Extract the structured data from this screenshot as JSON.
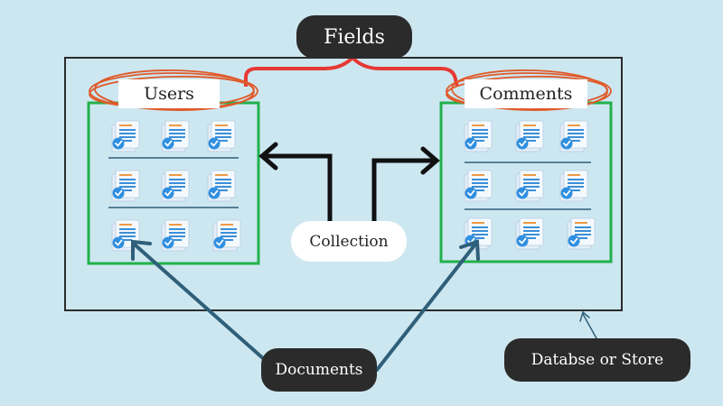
{
  "fields_label": "Fields",
  "users_label": "Users",
  "comments_label": "Comments",
  "collection_label": "Collection",
  "documents_label": "Documents",
  "store_label": "Databse or Store",
  "colors": {
    "background": "#cde7f1",
    "collection_border": "#22b04b",
    "fields_highlight": "#e05a2a",
    "fields_bracket": "#e53935",
    "pointer_arrow": "#111111",
    "document_arrow": "#2f5f79",
    "pill_fill": "#2b2b2b",
    "doc_lines": "#3b8fd9",
    "doc_header": "#f09a44",
    "doc_check": "#2f8fe0"
  },
  "icons": [
    "document-check-icon"
  ]
}
